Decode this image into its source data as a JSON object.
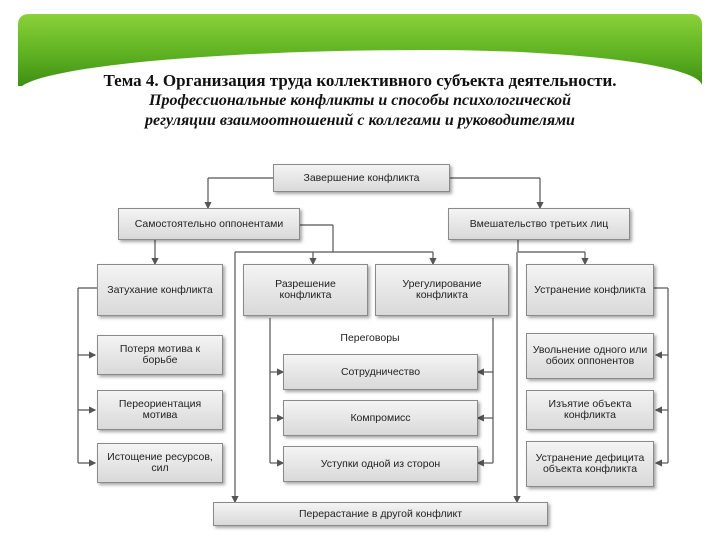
{
  "slide": {
    "title": "Тема 4. Организация труда коллективного субъекта деятельности.",
    "subtitle_line1": "Профессиональные конфликты и способы психологической",
    "subtitle_line2": "регуляции взаимоотношений с коллегами и руководителями"
  },
  "diagram": {
    "root": "Завершение конфликта",
    "self_resolution": "Самостоятельно оппонентами",
    "third_party": "Вмешательство третьих лиц",
    "fading": "Затухание конфликта",
    "resolution": "Разрешение конфликта",
    "settlement": "Урегулирование конфликта",
    "elimination": "Устранение конфликта",
    "negotiations": "Переговоры",
    "cooperation": "Сотрудничество",
    "compromise": "Компромисс",
    "concessions": "Уступки одной из сторон",
    "motive_loss": "Потеря мотива к борьбе",
    "motive_reorientation": "Переориентация мотива",
    "resource_exhaustion": "Истощение ресурсов, сил",
    "dismissal": "Увольнение одного или обоих оппонентов",
    "object_withdrawal": "Изъятие объекта конфликта",
    "deficit_elimination": "Устранение дефицита объекта конфликта",
    "escalation": "Перерастание в другой конфликт"
  },
  "colors": {
    "header_green": "#5fb222",
    "box_fill": "#e6e6e6",
    "line": "#555555"
  }
}
